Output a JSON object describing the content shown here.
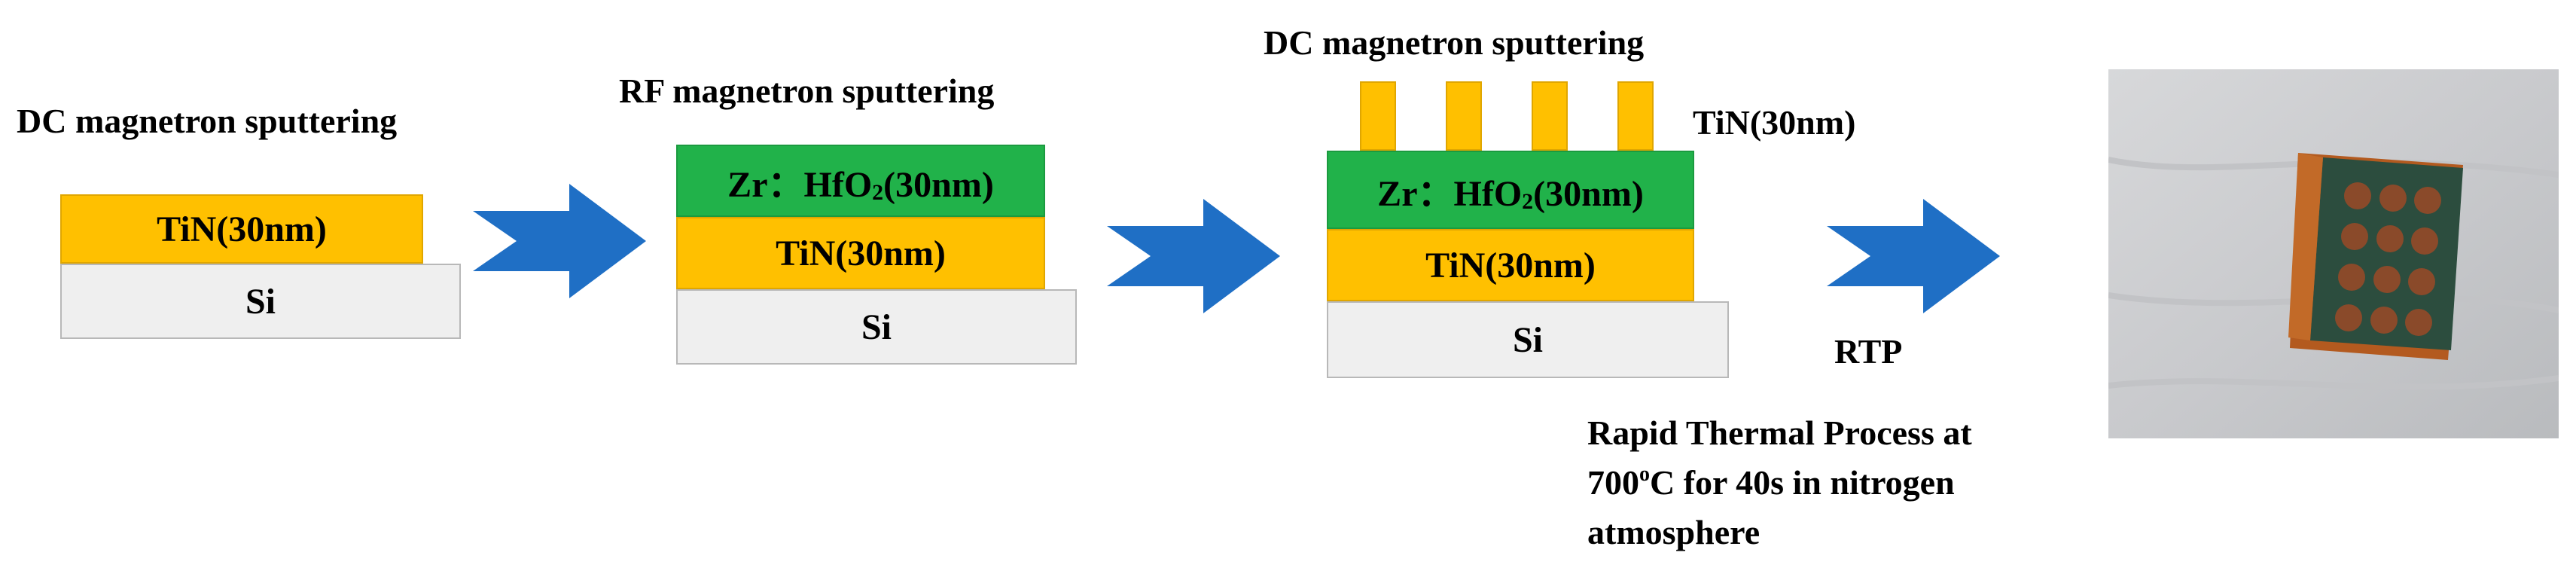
{
  "stage1": {
    "process": "DC magnetron sputtering",
    "tin": "TiN(30nm)",
    "si": "Si"
  },
  "stage2": {
    "process": "RF magnetron sputtering",
    "hfo_prefix": "Zr：HfO",
    "hfo_sub": "2",
    "hfo_suffix": "(30nm)",
    "tin": "TiN(30nm)",
    "si": "Si"
  },
  "stage3": {
    "process": "DC magnetron sputtering",
    "electrode_label": "TiN(30nm)",
    "hfo_prefix": "Zr：HfO",
    "hfo_sub": "2",
    "hfo_suffix": "(30nm)",
    "tin": "TiN(30nm)",
    "si": "Si",
    "electrode_count": 4
  },
  "rtp": {
    "label": "RTP",
    "note_line1": "Rapid Thermal Process at",
    "note_line2_value": "700",
    "note_line2_deg": "o",
    "note_line2_rest": "C for 40s in nitrogen",
    "note_line3": "atmosphere"
  },
  "colors": {
    "tin": "#ffc000",
    "hfo": "#21b24a",
    "si": "#efefef",
    "arrow": "#1f6fc5"
  }
}
